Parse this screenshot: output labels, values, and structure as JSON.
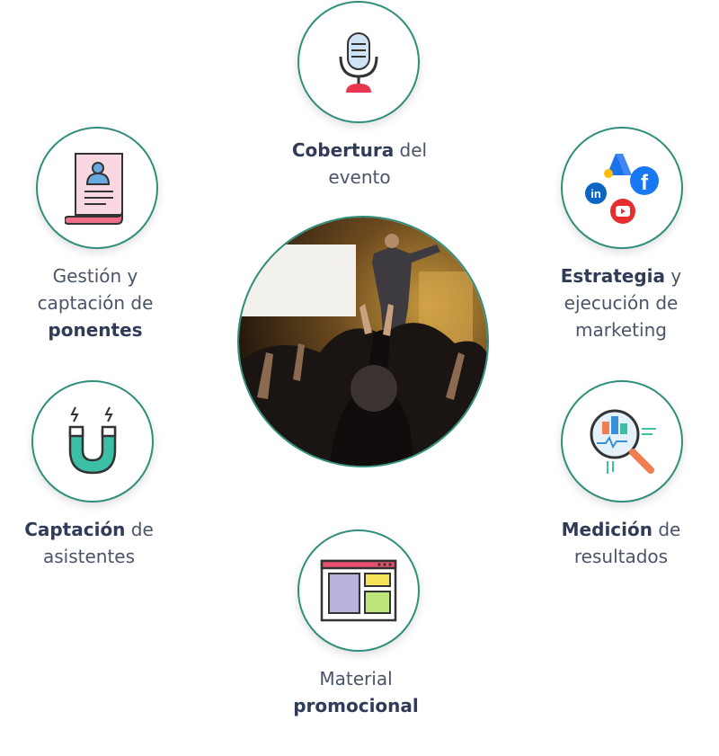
{
  "nodes": {
    "cobertura": {
      "bold": "Cobertura",
      "rest": " del",
      "line2": "evento"
    },
    "ponentes": {
      "line1": "Gestión y",
      "line2": "captación de",
      "bold": "ponentes"
    },
    "marketing": {
      "bold": "Estrategia",
      "rest": " y",
      "line2": "ejecución de",
      "line3": "marketing"
    },
    "asistentes": {
      "bold": "Captación",
      "rest": " de",
      "line2": "asistentes"
    },
    "resultados": {
      "bold": "Medición",
      "rest": " de",
      "line2": "resultados"
    },
    "promocional": {
      "line1": "Material",
      "bold": "promocional"
    }
  },
  "icons": {
    "microphone": "microphone-icon",
    "speaker_profile": "speaker-profile-icon",
    "social_media": "social-media-icon",
    "magnet": "magnet-icon",
    "analytics_search": "analytics-search-icon",
    "webpage": "webpage-layout-icon"
  },
  "social_labels": {
    "linkedin": "in",
    "facebook": "f"
  },
  "colors": {
    "teal": "#2f8f7c",
    "text_dark": "#2f3b57",
    "text": "#4a5468"
  }
}
